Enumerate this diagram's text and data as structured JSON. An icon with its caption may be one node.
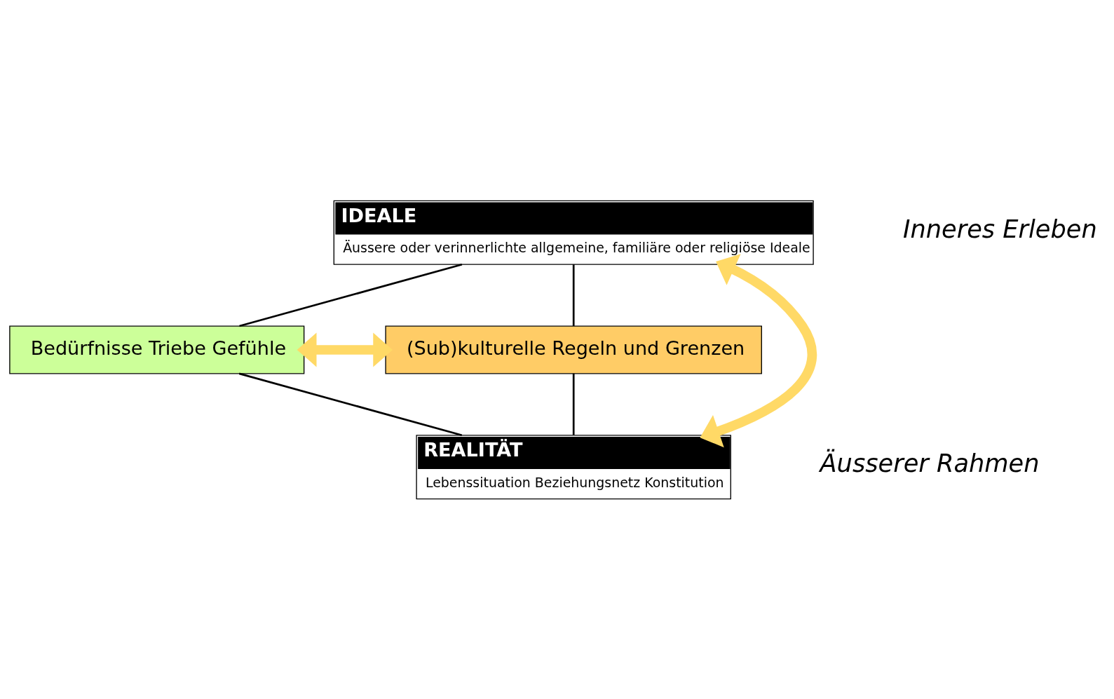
{
  "diagram": {
    "nodes": [
      {
        "text": [
          "IDEALE",
          "Äussere oder verinnerlichte allgemeine, familiäre oder religiöse Ideale"
        ]
      },
      {
        "text": [
          "Bedürfnisse Triebe Gefühle"
        ]
      },
      {
        "text": [
          "(Sub)kulturelle Regeln und Grenzen"
        ]
      },
      {
        "text": [
          "REALITÄT",
          "Lebenssituation Beziehungsnetz Konstitution"
        ]
      }
    ],
    "edges": [
      {
        "from": 0,
        "to": 3,
        "arrow": "both",
        "style": "thick",
        "color": "#ffd966"
      },
      {
        "from": 1,
        "to": 2,
        "arrow": "both",
        "style": "thick",
        "color": "#ffd966"
      },
      {
        "from": 0,
        "to": 2,
        "arrow": "none"
      },
      {
        "from": 2,
        "to": 3,
        "arrow": "none"
      },
      {
        "from": 1,
        "to": 3,
        "arrow": "none"
      },
      {
        "from": 0,
        "to": 1,
        "arrow": "none"
      }
    ],
    "labels": [
      "Inneres Erleben",
      "Äusserer Rahmen"
    ]
  }
}
